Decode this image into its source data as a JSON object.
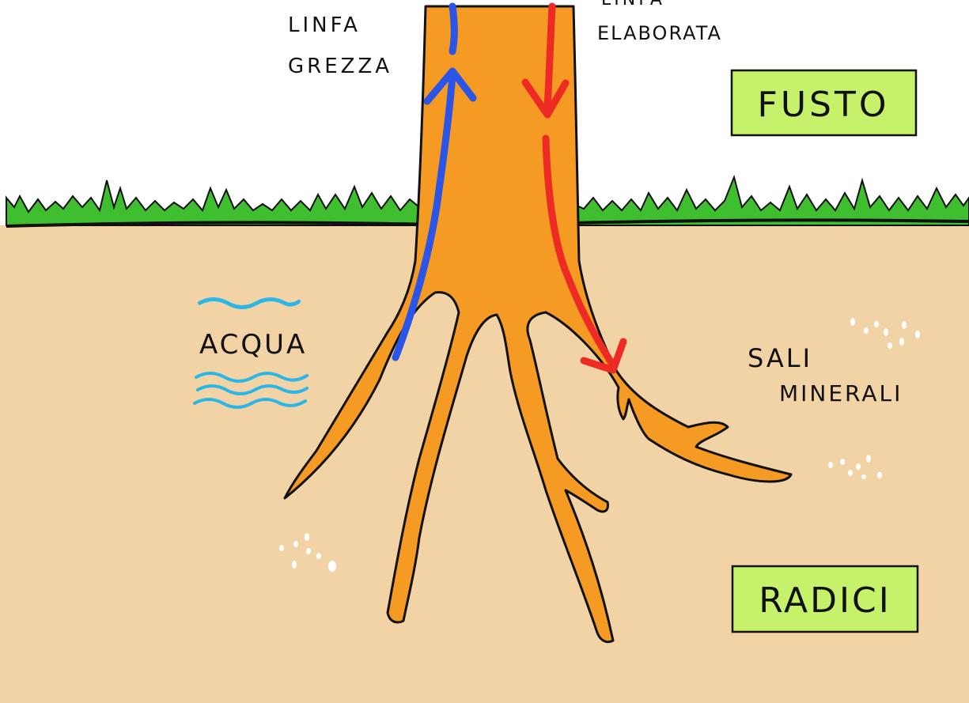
{
  "labels": {
    "linfa_grezza_line1": "LINFA",
    "linfa_grezza_line2": "GREZZA",
    "linfa_elaborata_line1": "LINFA",
    "linfa_elaborata_line2": "ELABORATA",
    "fusto": "FUSTO",
    "radici": "RADICI",
    "acqua": "ACQUA",
    "sali_line1": "SALI",
    "sali_line2": "MINERALI"
  },
  "colors": {
    "soil": "#f1d3a6",
    "grass": "#3fbf2f",
    "trunk": "#f59a23",
    "outline": "#111111",
    "sap_raw_arrow": "#2a55e6",
    "sap_processed_arrow": "#ee2a24",
    "water": "#2ab6e8",
    "label_box": "#c5f26a",
    "mineral_dots": "#ffffff"
  },
  "icons": {
    "water": "water-wave-icon",
    "minerals": "mineral-dots-icon",
    "up_arrow": "arrow-up-icon",
    "down_arrow": "arrow-down-icon"
  }
}
